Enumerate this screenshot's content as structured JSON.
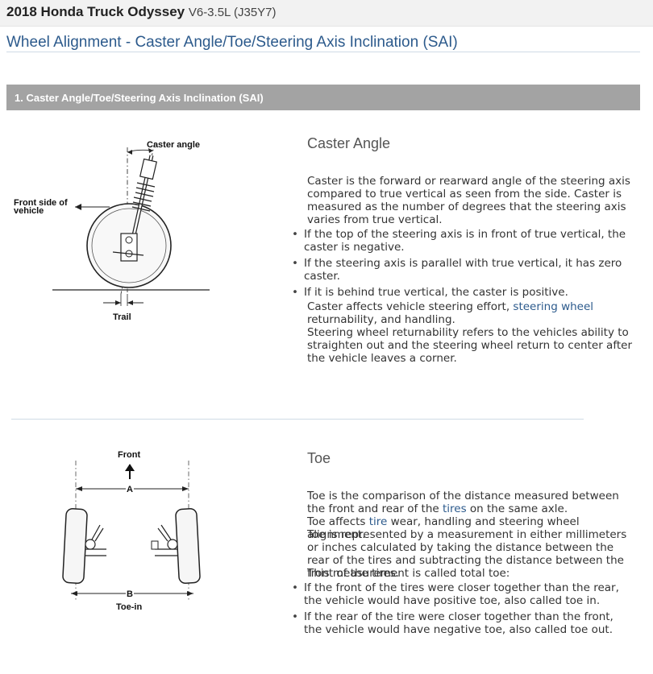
{
  "header": {
    "vehicle_bold": "2018 Honda Truck Odyssey",
    "vehicle_engine": "V6-3.5L (J35Y7)"
  },
  "page_title": "Wheel Alignment - Caster Angle/Toe/Steering Axis Inclination (SAI)",
  "section": {
    "title": "1. Caster Angle/Toe/Steering Axis Inclination (SAI)"
  },
  "caster": {
    "figure": {
      "caster_angle_label": "Caster angle",
      "front_side_label_1": "Front side of",
      "front_side_label_2": "vehicle",
      "trail_label": "Trail"
    },
    "heading": "Caster Angle",
    "intro": "Caster is the forward or rearward angle of the steering axis compared to true vertical as seen from the side. Caster is measured as the number of degrees that the steering axis varies from true vertical.",
    "bullets": [
      "If the top of the steering axis is in front of true vertical, the caster is negative.",
      "If the steering axis is parallel with true vertical, it has zero caster.",
      "If it is behind true vertical, the caster is positive."
    ],
    "effect_pre": "Caster affects vehicle steering effort, ",
    "effect_link": "steering wheel",
    "effect_post": " returnability, and handling.",
    "returnability": "Steering wheel returnability refers to the vehicles ability to straighten out and the steering wheel return to center after the vehicle leaves a corner."
  },
  "toe": {
    "figure": {
      "front_label": "Front",
      "a_label": "A",
      "b_label": "B",
      "toe_in_label": "Toe-in"
    },
    "heading": "Toe",
    "p1_pre": "Toe is the comparison of the distance measured between the front and rear of the ",
    "p1_link": "tires",
    "p1_post": " on the same axle.",
    "p2_pre": "Toe affects ",
    "p2_link": "tire",
    "p2_post": " wear, handling and steering wheel alignment.",
    "p3": "Toe is represented by a measurement in either millimeters or inches calculated by taking the distance between the rear of the tires and subtracting the distance between the front of the tires.",
    "p4": "This measurement is called total toe:",
    "bullets": [
      "If the front of the tires were closer together than the rear, the vehicle would have positive toe, also called toe in.",
      "If the rear of the tire were closer together than the front, the vehicle would have negative toe, also called toe out."
    ]
  }
}
